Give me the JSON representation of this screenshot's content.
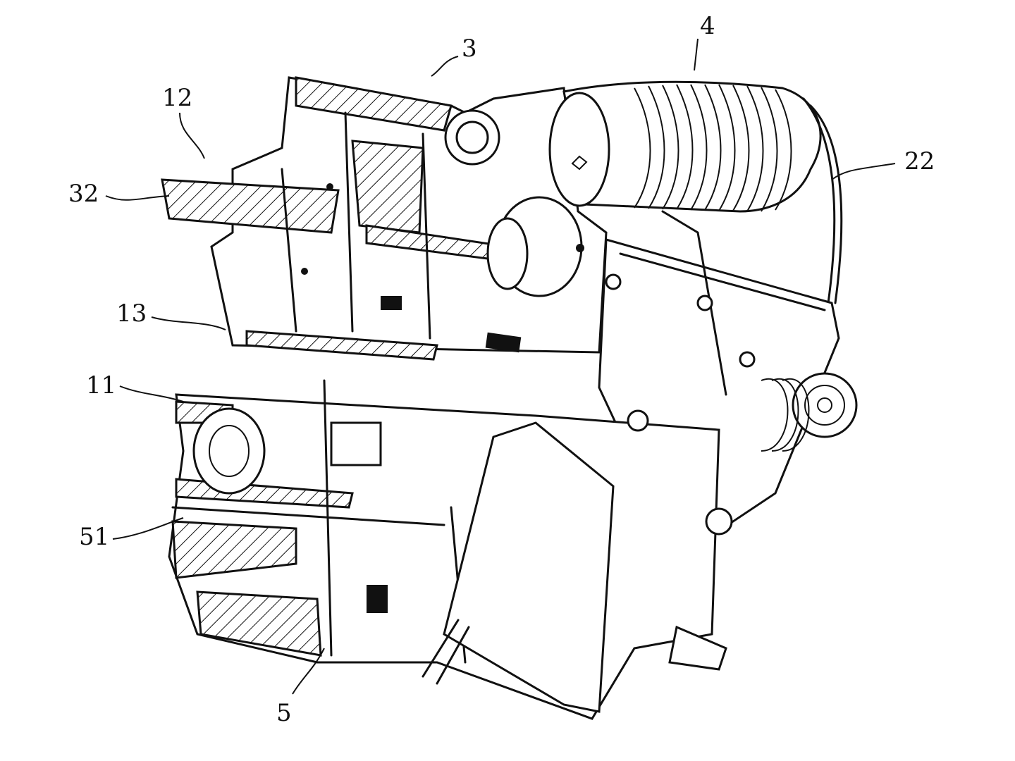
{
  "figure": {
    "reference_numerals": {
      "housing": "3",
      "motor": "4",
      "shaft_top": "12",
      "cable": "22",
      "output_shaft": "32",
      "wall": "13",
      "lower_shaft": "11",
      "lower_gear": "51",
      "lower_unit": "5"
    }
  }
}
